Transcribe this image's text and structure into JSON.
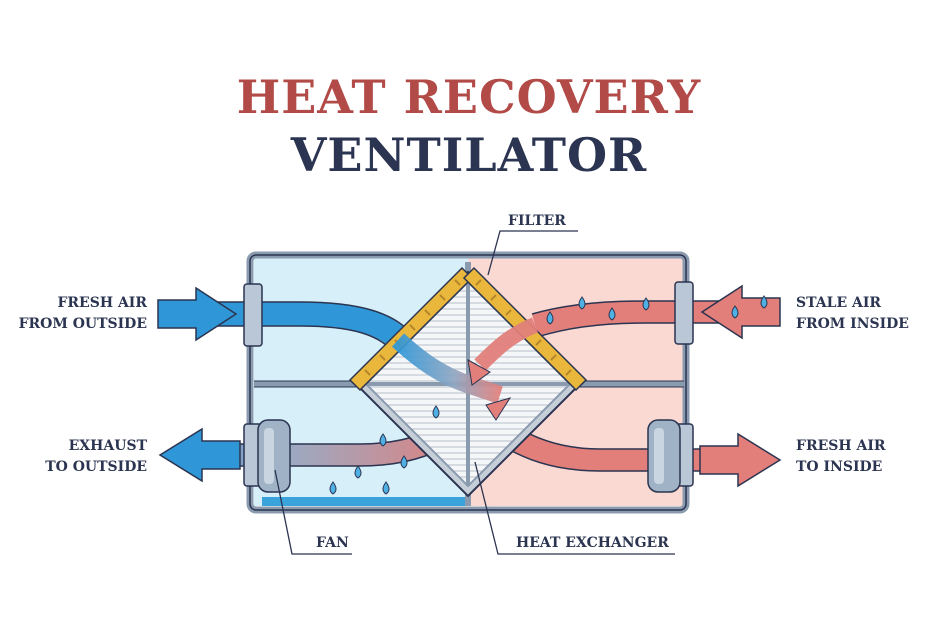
{
  "title": {
    "line1": "HEAT RECOVERY",
    "line2": "VENTILATOR"
  },
  "labels": {
    "filter": "FILTER",
    "fresh_in_1": "FRESH AIR",
    "fresh_in_2": "FROM OUTSIDE",
    "stale_1": "STALE AIR",
    "stale_2": "FROM INSIDE",
    "exhaust_1": "EXHAUST",
    "exhaust_2": "TO OUTSIDE",
    "fresh_out_1": "FRESH AIR",
    "fresh_out_2": "TO INSIDE",
    "fan": "FAN",
    "heat_exchanger": "HEAT EXCHANGER"
  },
  "colors": {
    "title_red": "#b24a48",
    "title_navy": "#2b3450",
    "cold_air": "#2f97d8",
    "warm_air": "#e27f7b",
    "cold_bg": "#d6eff9",
    "warm_bg": "#fad9d3",
    "filter_yellow": "#e8b73c",
    "housing": "#8a9bb0"
  }
}
